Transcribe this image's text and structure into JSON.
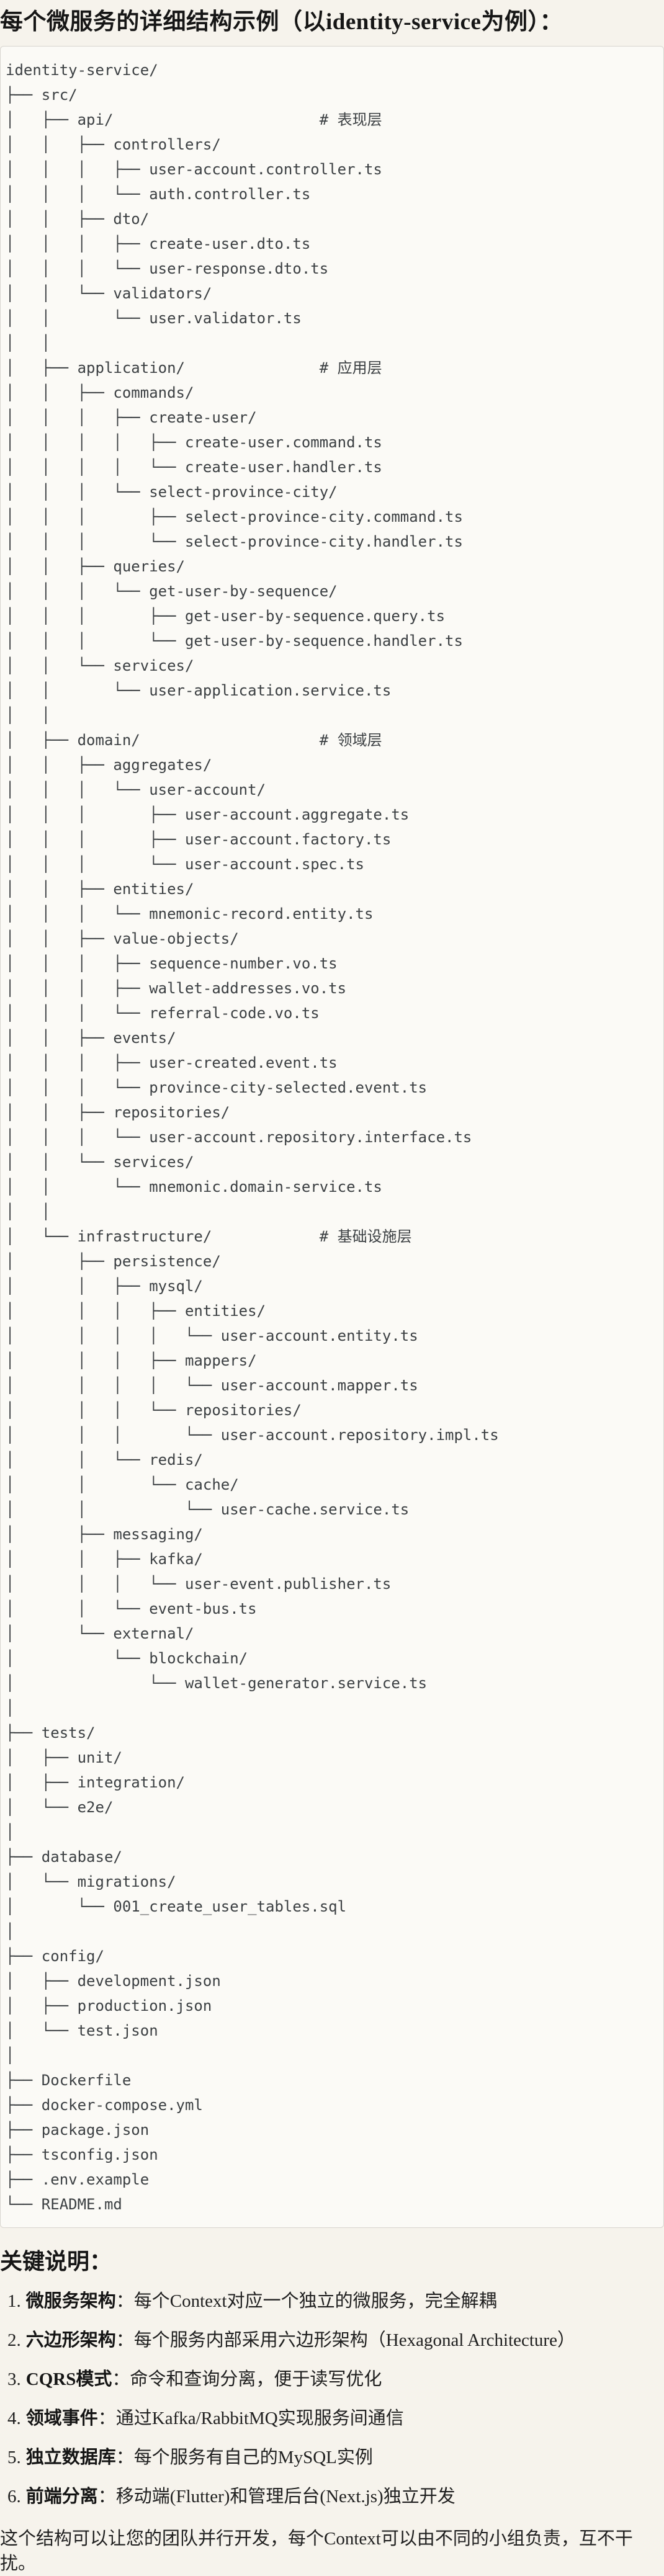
{
  "page": {
    "title": "每个微服务的详细结构示例（以identity-service为例）：",
    "section_heading": "关键说明：",
    "closing_paragraph": "这个结构可以让您的团队并行开发，每个Context可以由不同的小组负责，互不干扰。"
  },
  "colors": {
    "page_bg": "#f6f3ec",
    "code_bg": "#fbfaf6",
    "code_border": "#d8d5cf",
    "tree_text": "#3c4043",
    "body_text": "#202020"
  },
  "tree": {
    "lines": [
      "identity-service/",
      "├── src/",
      "│   ├── api/                       # 表现层",
      "│   │   ├── controllers/",
      "│   │   │   ├── user-account.controller.ts",
      "│   │   │   └── auth.controller.ts",
      "│   │   ├── dto/",
      "│   │   │   ├── create-user.dto.ts",
      "│   │   │   └── user-response.dto.ts",
      "│   │   └── validators/",
      "│   │       └── user.validator.ts",
      "│   │",
      "│   ├── application/               # 应用层",
      "│   │   ├── commands/",
      "│   │   │   ├── create-user/",
      "│   │   │   │   ├── create-user.command.ts",
      "│   │   │   │   └── create-user.handler.ts",
      "│   │   │   └── select-province-city/",
      "│   │   │       ├── select-province-city.command.ts",
      "│   │   │       └── select-province-city.handler.ts",
      "│   │   ├── queries/",
      "│   │   │   └── get-user-by-sequence/",
      "│   │   │       ├── get-user-by-sequence.query.ts",
      "│   │   │       └── get-user-by-sequence.handler.ts",
      "│   │   └── services/",
      "│   │       └── user-application.service.ts",
      "│   │",
      "│   ├── domain/                    # 领域层",
      "│   │   ├── aggregates/",
      "│   │   │   └── user-account/",
      "│   │   │       ├── user-account.aggregate.ts",
      "│   │   │       ├── user-account.factory.ts",
      "│   │   │       └── user-account.spec.ts",
      "│   │   ├── entities/",
      "│   │   │   └── mnemonic-record.entity.ts",
      "│   │   ├── value-objects/",
      "│   │   │   ├── sequence-number.vo.ts",
      "│   │   │   ├── wallet-addresses.vo.ts",
      "│   │   │   └── referral-code.vo.ts",
      "│   │   ├── events/",
      "│   │   │   ├── user-created.event.ts",
      "│   │   │   └── province-city-selected.event.ts",
      "│   │   ├── repositories/",
      "│   │   │   └── user-account.repository.interface.ts",
      "│   │   └── services/",
      "│   │       └── mnemonic.domain-service.ts",
      "│   │",
      "│   └── infrastructure/            # 基础设施层",
      "│       ├── persistence/",
      "│       │   ├── mysql/",
      "│       │   │   ├── entities/",
      "│       │   │   │   └── user-account.entity.ts",
      "│       │   │   ├── mappers/",
      "│       │   │   │   └── user-account.mapper.ts",
      "│       │   │   └── repositories/",
      "│       │   │       └── user-account.repository.impl.ts",
      "│       │   └── redis/",
      "│       │       └── cache/",
      "│       │           └── user-cache.service.ts",
      "│       ├── messaging/",
      "│       │   ├── kafka/",
      "│       │   │   └── user-event.publisher.ts",
      "│       │   └── event-bus.ts",
      "│       └── external/",
      "│           └── blockchain/",
      "│               └── wallet-generator.service.ts",
      "│",
      "├── tests/",
      "│   ├── unit/",
      "│   ├── integration/",
      "│   └── e2e/",
      "│",
      "├── database/",
      "│   └── migrations/",
      "│       └── 001_create_user_tables.sql",
      "│",
      "├── config/",
      "│   ├── development.json",
      "│   ├── production.json",
      "│   └── test.json",
      "│",
      "├── Dockerfile",
      "├── docker-compose.yml",
      "├── package.json",
      "├── tsconfig.json",
      "├── .env.example",
      "└── README.md"
    ]
  },
  "notes": [
    {
      "num": "1.",
      "term": "微服务架构",
      "colon": "：",
      "text": "每个Context对应一个独立的微服务，完全解耦"
    },
    {
      "num": "2.",
      "term": "六边形架构",
      "colon": "：",
      "text": "每个服务内部采用六边形架构（Hexagonal Architecture）"
    },
    {
      "num": "3.",
      "term": "CQRS模式",
      "colon": "：",
      "text": "命令和查询分离，便于读写优化"
    },
    {
      "num": "4.",
      "term": "领域事件",
      "colon": "：",
      "text": "通过Kafka/RabbitMQ实现服务间通信"
    },
    {
      "num": "5.",
      "term": "独立数据库",
      "colon": "：",
      "text": "每个服务有自己的MySQL实例"
    },
    {
      "num": "6.",
      "term": "前端分离",
      "colon": "：",
      "text": "移动端(Flutter)和管理后台(Next.js)独立开发"
    }
  ]
}
